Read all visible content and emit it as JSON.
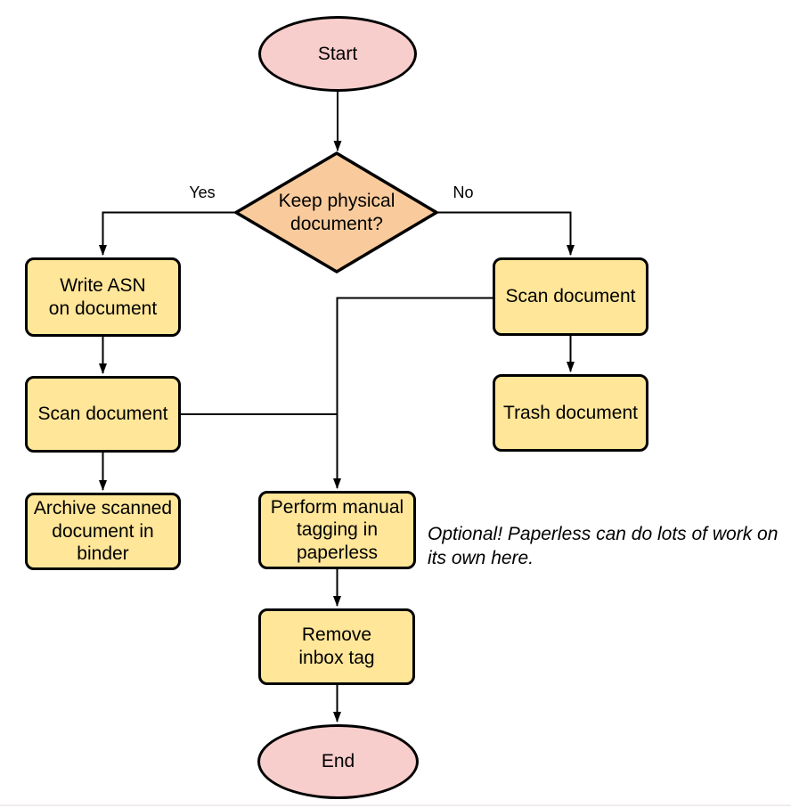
{
  "flowchart": {
    "nodes": {
      "start": "Start",
      "decision": "Keep physical\ndocument?",
      "write_asn": "Write ASN\non document",
      "scan_left": "Scan document",
      "archive": "Archive scanned\ndocument in\nbinder",
      "scan_right": "Scan document",
      "trash": "Trash document",
      "tagging": "Perform manual\ntagging in\npaperless",
      "remove_inbox": "Remove\ninbox tag",
      "end": "End"
    },
    "edge_labels": {
      "yes": "Yes",
      "no": "No"
    },
    "annotation": "Optional! Paperless can do lots of work on\nits own here.",
    "colors": {
      "terminal_fill": "#f8cecc",
      "decision_fill": "#f9cb9c",
      "process_fill": "#ffe699",
      "stroke": "#000000"
    },
    "edges": [
      {
        "from": "start",
        "to": "decision",
        "label": ""
      },
      {
        "from": "decision",
        "to": "write_asn",
        "label": "Yes"
      },
      {
        "from": "decision",
        "to": "scan_right",
        "label": "No"
      },
      {
        "from": "write_asn",
        "to": "scan_left",
        "label": ""
      },
      {
        "from": "scan_left",
        "to": "archive",
        "label": ""
      },
      {
        "from": "scan_left",
        "to": "tagging",
        "label": ""
      },
      {
        "from": "scan_right",
        "to": "trash",
        "label": ""
      },
      {
        "from": "scan_right",
        "to": "tagging",
        "label": ""
      },
      {
        "from": "tagging",
        "to": "remove_inbox",
        "label": ""
      },
      {
        "from": "remove_inbox",
        "to": "end",
        "label": ""
      }
    ]
  }
}
